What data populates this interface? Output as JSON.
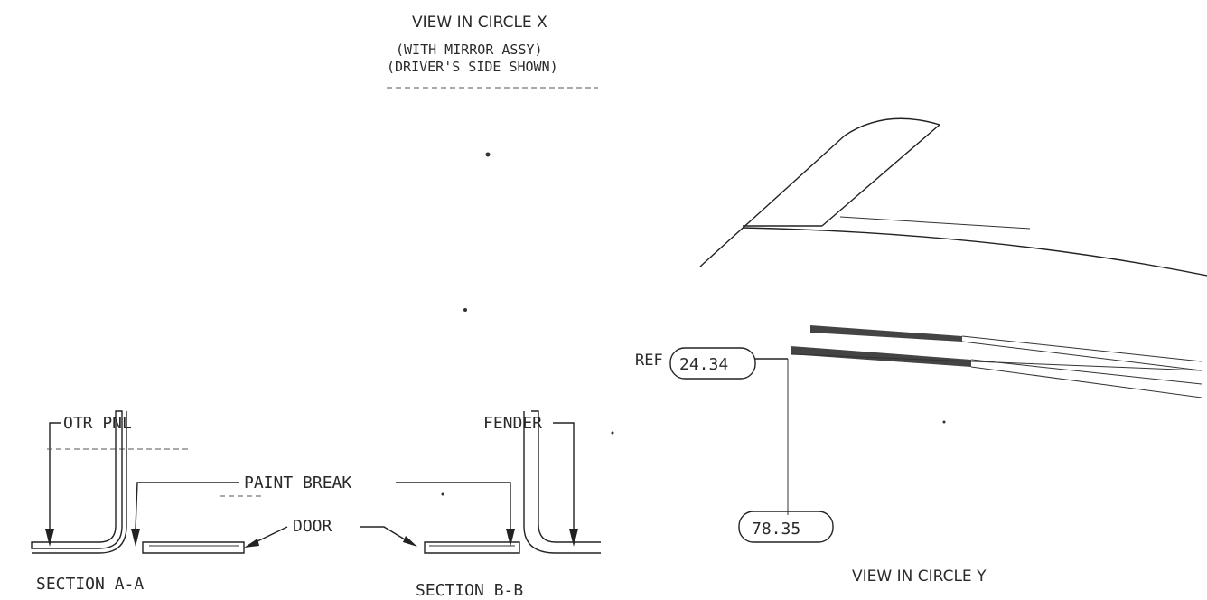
{
  "view_x": {
    "title": "VIEW IN CIRCLE X",
    "line1": "(WITH MIRROR ASSY)",
    "line2": "(DRIVER'S SIDE SHOWN)"
  },
  "view_y": {
    "title": "VIEW IN CIRCLE Y",
    "ref_prefix": "REF",
    "ref_value": "24.34",
    "dimension": "78.35"
  },
  "sections": {
    "otr_pnl": "OTR PNL",
    "paint_break": "PAINT BREAK",
    "door": "DOOR",
    "fender": "FENDER",
    "section_a": "SECTION A-A",
    "section_b": "SECTION B-B"
  }
}
